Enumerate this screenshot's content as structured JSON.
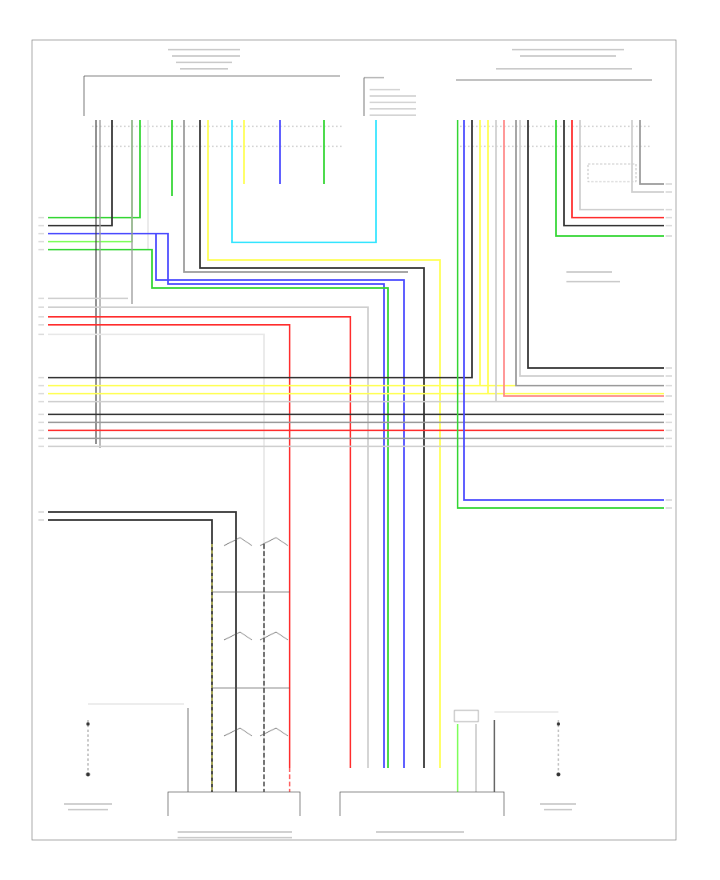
{
  "diagram": {
    "type": "wiring-diagram",
    "footer_code": "",
    "legend": [
      "",
      ""
    ],
    "wire_colors": {
      "black": "#333333",
      "gray": "#9a9a9a",
      "light_gray": "#cfcfcf",
      "red": "#ff2d2d",
      "green": "#33d633",
      "light_green": "#7dff5a",
      "blue": "#4a4aff",
      "yellow": "#ffff55",
      "cyan": "#33e5ff",
      "pink": "#ff8a8a",
      "white": "#e8e8e8"
    },
    "components": [
      {
        "id": "left-connector",
        "label": ""
      },
      {
        "id": "center-module",
        "label": ""
      },
      {
        "id": "right-module",
        "label": ""
      },
      {
        "id": "bottom-left-module",
        "label": ""
      },
      {
        "id": "bottom-center-module",
        "label": ""
      },
      {
        "id": "left-ground",
        "label": ""
      },
      {
        "id": "right-ground",
        "label": ""
      }
    ]
  }
}
